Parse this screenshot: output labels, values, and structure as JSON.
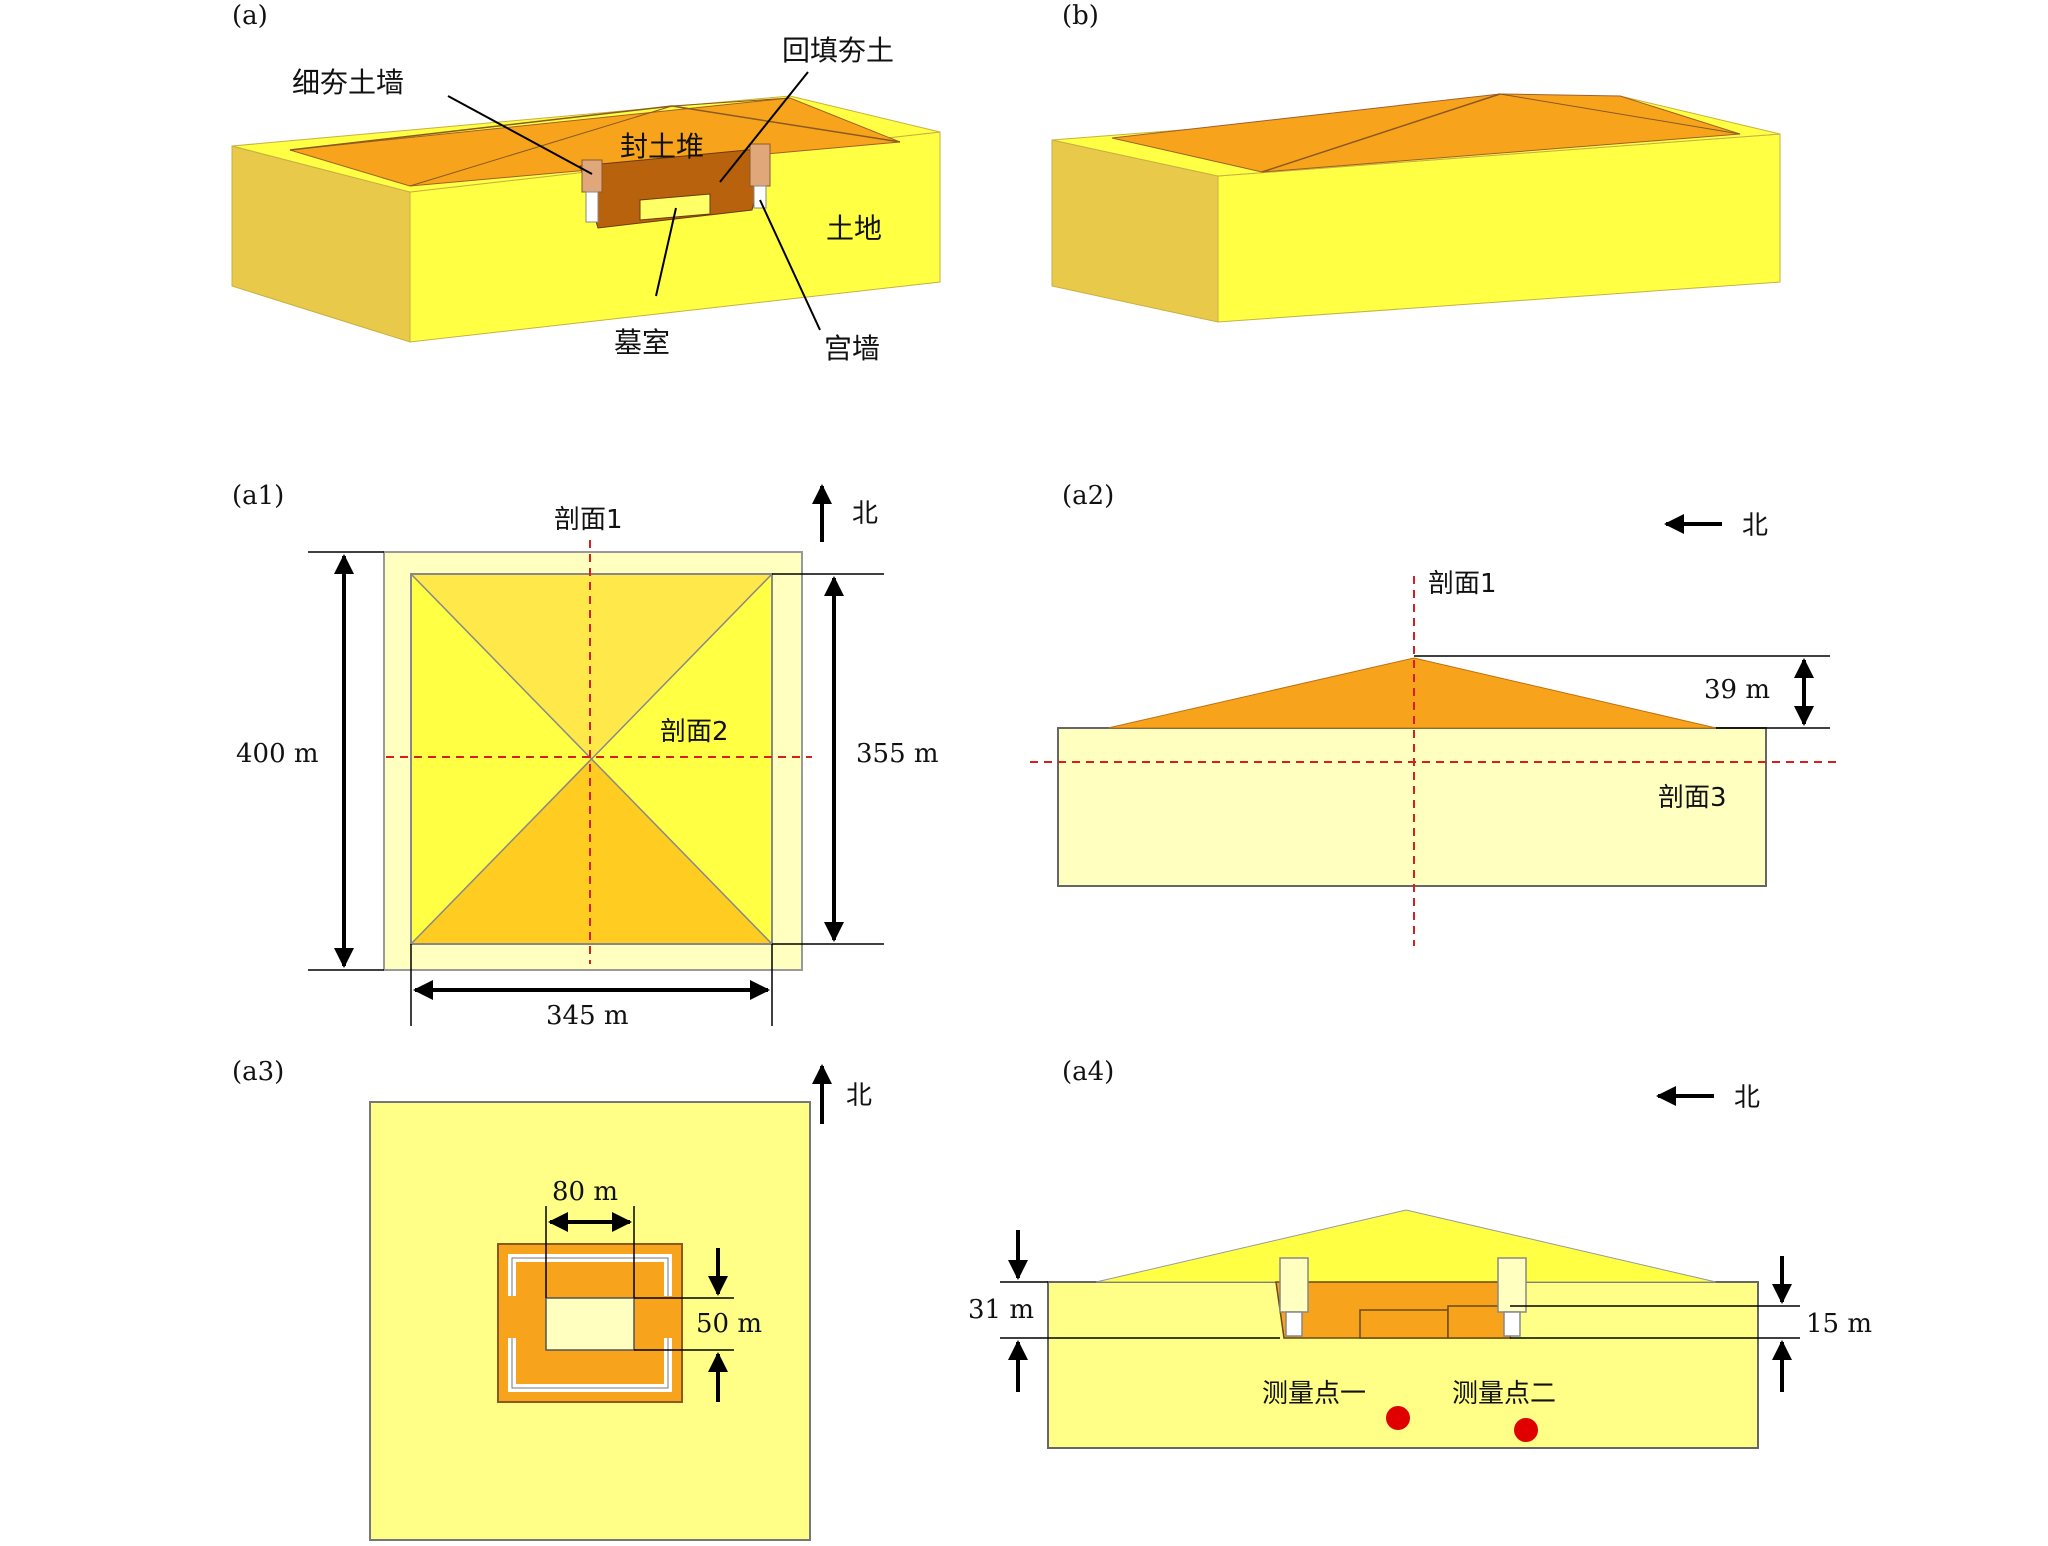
{
  "panels": {
    "a": {
      "label": "(a)",
      "wall_thin": "细夯土墙",
      "backfill": "回填夯土",
      "mound": "封土堆",
      "land": "土地",
      "chamber": "墓室",
      "palace_wall": "宫墙"
    },
    "b": {
      "label": "(b)"
    },
    "a1": {
      "label": "(a1)",
      "section1": "剖面1",
      "section2": "剖面2",
      "north": "北",
      "height": "400 m",
      "inner_height": "355 m",
      "width": "345 m"
    },
    "a2": {
      "label": "(a2)",
      "section1": "剖面1",
      "section3": "剖面3",
      "north": "北",
      "mound_height": "39 m"
    },
    "a3": {
      "label": "(a3)",
      "north": "北",
      "width": "80 m",
      "height": "50 m"
    },
    "a4": {
      "label": "(a4)",
      "north": "北",
      "depth": "31 m",
      "wall_depth": "15 m",
      "point1": "测量点一",
      "point2": "测量点二"
    }
  },
  "colors": {
    "ground_yellow": "#FFFF44",
    "ground_side": "#E8C94A",
    "mound_orange": "#F7A41C",
    "pale_yellow": "#FFFFC0",
    "pit_brown": "#B8620E",
    "wall_tan": "#E0A77A",
    "dash_red": "#D62020",
    "point_red": "#E00000"
  }
}
